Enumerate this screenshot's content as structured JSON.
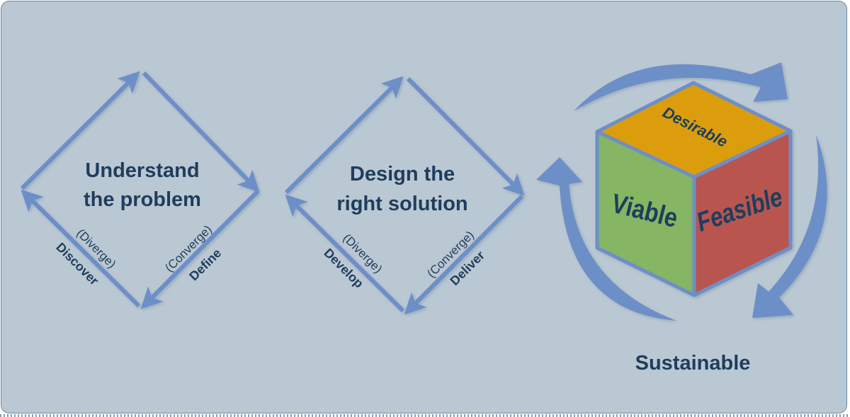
{
  "diagram": {
    "colors": {
      "background": "#bac8d3",
      "arrow": "#6d8fc7",
      "text": "#1f3d5c",
      "desirable_face": "#dc9d0a",
      "viable_face": "#86b564",
      "feasible_face": "#b85450"
    },
    "diamond_1": {
      "title_line1": "Understand",
      "title_line2": "the problem",
      "left_phase": "Discover",
      "left_mode": "(Diverge)",
      "right_phase": "Define",
      "right_mode": "(Converge)"
    },
    "diamond_2": {
      "title_line1": "Design the",
      "title_line2": "right solution",
      "left_phase": "Develop",
      "left_mode": "(Diverge)",
      "right_phase": "Deliver",
      "right_mode": "(Converge)"
    },
    "cube": {
      "top": "Desirable",
      "left": "Viable",
      "right": "Feasible",
      "caption": "Sustainable"
    }
  }
}
